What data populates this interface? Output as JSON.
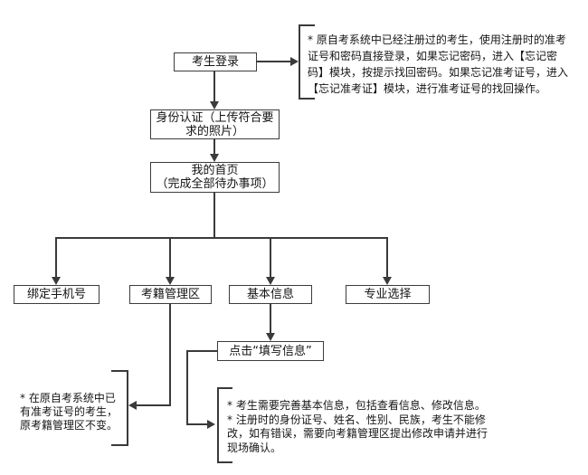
{
  "colors": {
    "background": "#ffffff",
    "box_border": "#3c3c3c",
    "connector": "#3a3a3a",
    "text": "#141414"
  },
  "flow": {
    "login": "考生登录",
    "identity_l1": "身份认证（上传符合要",
    "identity_l2": "求的照片）",
    "home_l1": "我的首页",
    "home_l2": "（完成全部待办事项）",
    "phone": "绑定手机号",
    "registry": "考籍管理区",
    "basic": "基本信息",
    "major": "专业选择",
    "fill": "点击“填写信息”"
  },
  "notes": {
    "login_note": [
      "* 原自考系统中已经注册过的考生，使用注册时的准考",
      "证号和密码直接登录，如果忘记密码，进入【忘记密",
      "码】模块，按提示找回密码。如果忘记准考证号，进入",
      "【忘记准考证】模块，进行准考证号的找回操作。"
    ],
    "registry_note": [
      "* 在原自考系统中已",
      "有准考证号的考生，",
      "原考籍管理区不变。"
    ],
    "basic_note": [
      "* 考生需要完善基本信息，包括查看信息、修改信息。",
      "* 注册时的身份证号、姓名、性别、民族，考生不能修",
      "改，如有错误，需要向考籍管理区提出修改申请并进行",
      "现场确认。"
    ]
  }
}
